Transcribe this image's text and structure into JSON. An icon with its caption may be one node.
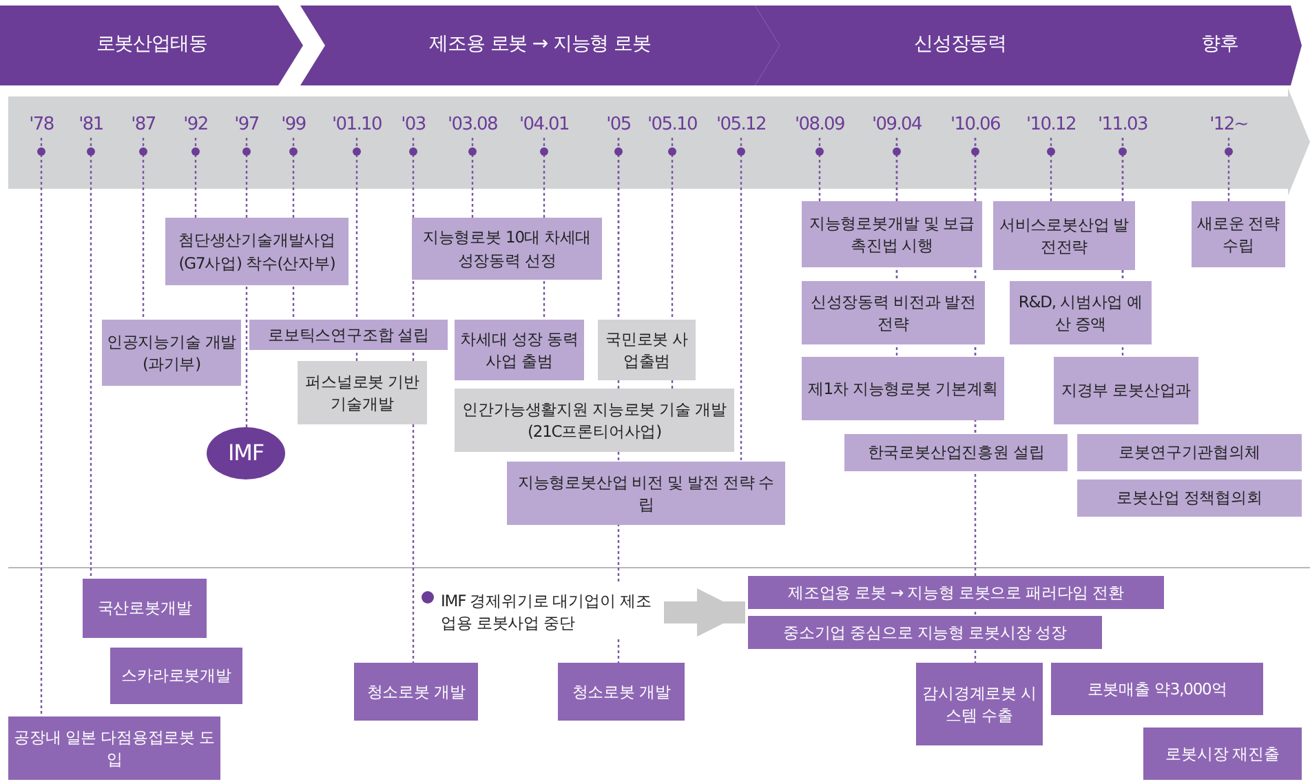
{
  "diagram": {
    "nodes": [
      {
        "text": [
          "로봇산업태동"
        ]
      },
      {
        "text": [
          "제조용 로봇 → 지능형 로봇"
        ]
      },
      {
        "text": [
          "신성장동력"
        ]
      },
      {
        "text": [
          "향후"
        ]
      },
      {
        "text": [
          "'78"
        ]
      },
      {
        "text": [
          "'81"
        ]
      },
      {
        "text": [
          "'87"
        ]
      },
      {
        "text": [
          "'92"
        ]
      },
      {
        "text": [
          "'97"
        ]
      },
      {
        "text": [
          "'99"
        ]
      },
      {
        "text": [
          "'01.10"
        ]
      },
      {
        "text": [
          "'03"
        ]
      },
      {
        "text": [
          "'03.08"
        ]
      },
      {
        "text": [
          "'04.01"
        ]
      },
      {
        "text": [
          "'05"
        ]
      },
      {
        "text": [
          "'05.10"
        ]
      },
      {
        "text": [
          "'05.12"
        ]
      },
      {
        "text": [
          "'08.09"
        ]
      },
      {
        "text": [
          "'09.04"
        ]
      },
      {
        "text": [
          "'10.06"
        ]
      },
      {
        "text": [
          "'10.12"
        ]
      },
      {
        "text": [
          "'11.03"
        ]
      },
      {
        "text": [
          "'12~"
        ]
      },
      {
        "text": [
          "첨단생산기술개발사업 (G7사업) 착수(산자부)"
        ]
      },
      {
        "text": [
          "인공지능기술 개발(과기부)"
        ]
      },
      {
        "text": [
          "IMF"
        ]
      },
      {
        "text": [
          "로보틱스연구조합 설립"
        ]
      },
      {
        "text": [
          "퍼스널로봇 기반기술개발"
        ]
      },
      {
        "text": [
          "지능형로봇 10대 차세대 성장동력 선정"
        ]
      },
      {
        "text": [
          "차세대 성장 동력사업 출범"
        ]
      },
      {
        "text": [
          "국민로봇 사업출범"
        ]
      },
      {
        "text": [
          "인간가능생활지원 지능로봇 기술 개발(21C프론티어사업)"
        ]
      },
      {
        "text": [
          "지능형로봇산업 비전 및 발전 전략 수립"
        ]
      },
      {
        "text": [
          "지능형로봇개발 및 보급촉진법 시행"
        ]
      },
      {
        "text": [
          "신성장동력 비전과 발전전략"
        ]
      },
      {
        "text": [
          "제1차 지능형로봇 기본계획"
        ]
      },
      {
        "text": [
          "한국로봇산업진흥원 설립"
        ]
      },
      {
        "text": [
          "서비스로봇산업 발전전략"
        ]
      },
      {
        "text": [
          "R&D, 시범사업 예산 증액"
        ]
      },
      {
        "text": [
          "지경부 로봇산업과"
        ]
      },
      {
        "text": [
          "새로운 전략 수립"
        ]
      },
      {
        "text": [
          "로봇연구기관협의체"
        ]
      },
      {
        "text": [
          "로봇산업 정책협의회"
        ]
      },
      {
        "text": [
          "국산로봇개발"
        ]
      },
      {
        "text": [
          "스카라로봇개발"
        ]
      },
      {
        "text": [
          "공장내 일본 다점용접로봇 도입"
        ]
      },
      {
        "text": [
          "IMF 경제위기로 대기업이 제조업용 로봇사업 중단"
        ]
      },
      {
        "text": [
          "제조업용 로봇 → 지능형 로봇으로 패러다임 전환"
        ]
      },
      {
        "text": [
          "중소기업 중심으로 지능형 로봇시장 성장"
        ]
      },
      {
        "text": [
          "청소로봇 개발"
        ]
      },
      {
        "text": [
          "청소로봇 개발"
        ]
      },
      {
        "text": [
          "감시경계로봇 시스템 수출"
        ]
      },
      {
        "text": [
          "로봇매출 약3,000억"
        ]
      },
      {
        "text": [
          "로봇시장 재진출"
        ]
      }
    ],
    "edges": [
      {
        "from": 4,
        "to": 45,
        "arrow": "none",
        "style": "dashed"
      },
      {
        "from": 5,
        "to": 43,
        "arrow": "none",
        "style": "dashed"
      },
      {
        "from": 6,
        "to": 24,
        "arrow": "none",
        "style": "dashed"
      },
      {
        "from": 7,
        "to": 23,
        "arrow": "none",
        "style": "dashed"
      },
      {
        "from": 8,
        "to": 25,
        "arrow": "none",
        "style": "dashed"
      },
      {
        "from": 9,
        "to": 26,
        "arrow": "none",
        "style": "dashed"
      },
      {
        "from": 10,
        "to": 27,
        "arrow": "none",
        "style": "dashed"
      },
      {
        "from": 11,
        "to": 49,
        "arrow": "none",
        "style": "dashed"
      },
      {
        "from": 12,
        "to": 28,
        "arrow": "none",
        "style": "dashed"
      },
      {
        "from": 13,
        "to": 29,
        "arrow": "none",
        "style": "dashed"
      },
      {
        "from": 14,
        "to": 30,
        "arrow": "none",
        "style": "dashed"
      },
      {
        "from": 14,
        "to": 50,
        "arrow": "none",
        "style": "dashed"
      },
      {
        "from": 15,
        "to": 31,
        "arrow": "none",
        "style": "dashed"
      },
      {
        "from": 16,
        "to": 32,
        "arrow": "none",
        "style": "dashed"
      },
      {
        "from": 17,
        "to": 33,
        "arrow": "none",
        "style": "dashed"
      },
      {
        "from": 18,
        "to": 34,
        "arrow": "none",
        "style": "dashed"
      },
      {
        "from": 18,
        "to": 35,
        "arrow": "none",
        "style": "dashed"
      },
      {
        "from": 19,
        "to": 36,
        "arrow": "none",
        "style": "dashed"
      },
      {
        "from": 19,
        "to": 51,
        "arrow": "none",
        "style": "dashed"
      },
      {
        "from": 20,
        "to": 37,
        "arrow": "none",
        "style": "dashed"
      },
      {
        "from": 21,
        "to": 38,
        "arrow": "none",
        "style": "dashed"
      },
      {
        "from": 21,
        "to": 39,
        "arrow": "none",
        "style": "dashed"
      },
      {
        "from": 22,
        "to": 40,
        "arrow": "none",
        "style": "dashed"
      },
      {
        "from": 46,
        "to": 47,
        "arrow": "to",
        "style": "thick",
        "color": "#c9c9c9"
      },
      {
        "from": 46,
        "to": 48,
        "arrow": "to",
        "style": "thick",
        "color": "#c9c9c9"
      }
    ]
  }
}
